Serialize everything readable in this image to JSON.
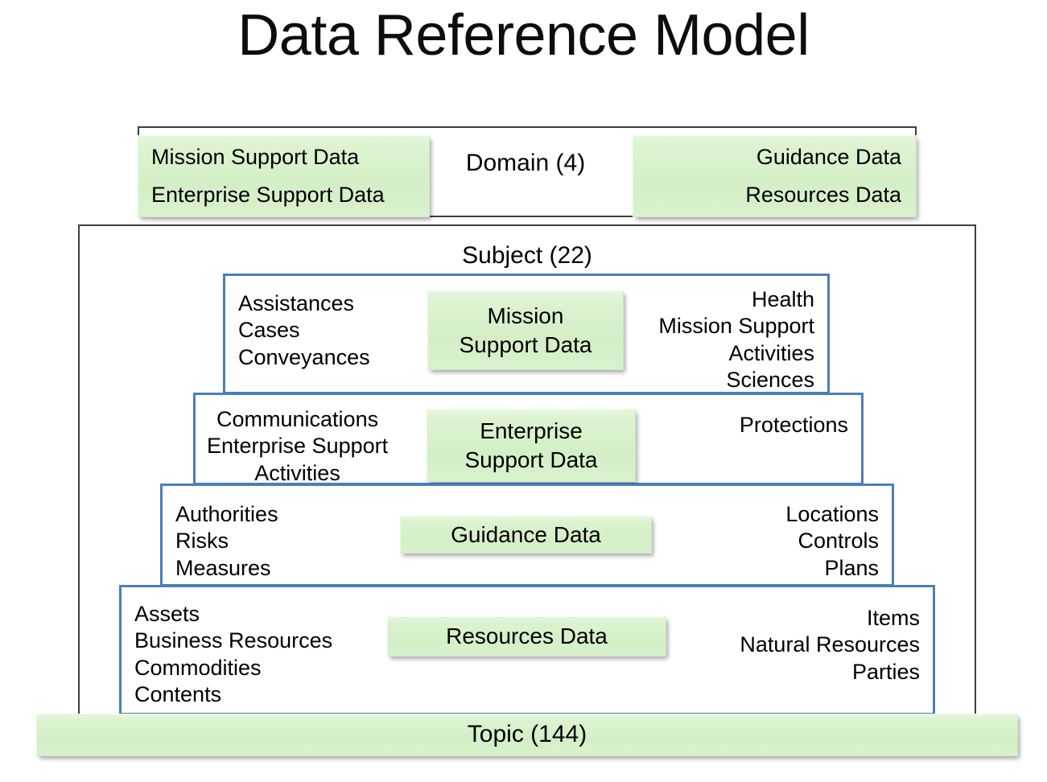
{
  "title": "Data Reference Model",
  "levels": {
    "domain": {
      "label": "Domain (4)",
      "left_chip": {
        "line1": "Mission Support Data",
        "line2": "Enterprise Support Data"
      },
      "right_chip": {
        "line1": "Guidance Data",
        "line2": "Resources Data"
      }
    },
    "subject": {
      "label": "Subject (22)"
    },
    "topic": {
      "label": "Topic (144)"
    }
  },
  "tiers": [
    {
      "chip": {
        "line1": "Mission",
        "line2": "Support Data"
      },
      "left": [
        "Assistances",
        "Cases",
        "Conveyances"
      ],
      "right": [
        "Health",
        "Mission Support",
        "Activities",
        "Sciences"
      ]
    },
    {
      "chip": {
        "line1": "Enterprise",
        "line2": "Support Data"
      },
      "left": [
        "Communications",
        "Enterprise Support",
        "Activities"
      ],
      "right": [
        "Protections"
      ]
    },
    {
      "chip": {
        "line1": "Guidance Data",
        "line2": ""
      },
      "left": [
        "Authorities",
        "Risks",
        "Measures"
      ],
      "right": [
        "Locations",
        "Controls",
        "Plans"
      ]
    },
    {
      "chip": {
        "line1": "Resources Data",
        "line2": ""
      },
      "left": [
        "Assets",
        "Business Resources",
        "Commodities",
        "Contents"
      ],
      "right": [
        "Items",
        "Natural Resources",
        "Parties"
      ]
    }
  ],
  "colors": {
    "chip_fill": "#d4efc7",
    "tier_border": "#4a7ebb",
    "band_border": "#3f3f3f",
    "text": "#000000"
  }
}
